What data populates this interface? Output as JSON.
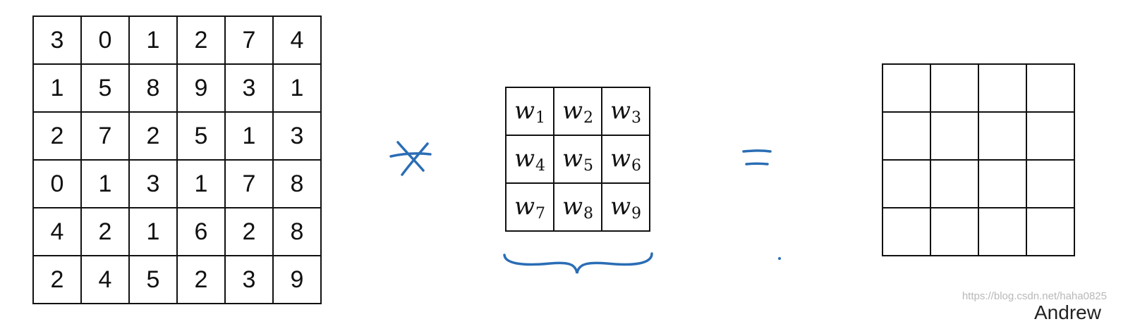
{
  "input_matrix": [
    [
      "3",
      "0",
      "1",
      "2",
      "7",
      "4"
    ],
    [
      "1",
      "5",
      "8",
      "9",
      "3",
      "1"
    ],
    [
      "2",
      "7",
      "2",
      "5",
      "1",
      "3"
    ],
    [
      "0",
      "1",
      "3",
      "1",
      "7",
      "8"
    ],
    [
      "4",
      "2",
      "1",
      "6",
      "2",
      "8"
    ],
    [
      "2",
      "4",
      "5",
      "2",
      "3",
      "9"
    ]
  ],
  "filter_matrix": [
    [
      {
        "base": "w",
        "sub": "1"
      },
      {
        "base": "w",
        "sub": "2"
      },
      {
        "base": "w",
        "sub": "3"
      }
    ],
    [
      {
        "base": "w",
        "sub": "4"
      },
      {
        "base": "w",
        "sub": "5"
      },
      {
        "base": "w",
        "sub": "6"
      }
    ],
    [
      {
        "base": "w",
        "sub": "7"
      },
      {
        "base": "w",
        "sub": "8"
      },
      {
        "base": "w",
        "sub": "9"
      }
    ]
  ],
  "output_matrix": {
    "rows": 4,
    "cols": 4
  },
  "ink_color": "#2a6db5",
  "watermark": "https://blog.csdn.net/haha0825",
  "author": "Andrew"
}
